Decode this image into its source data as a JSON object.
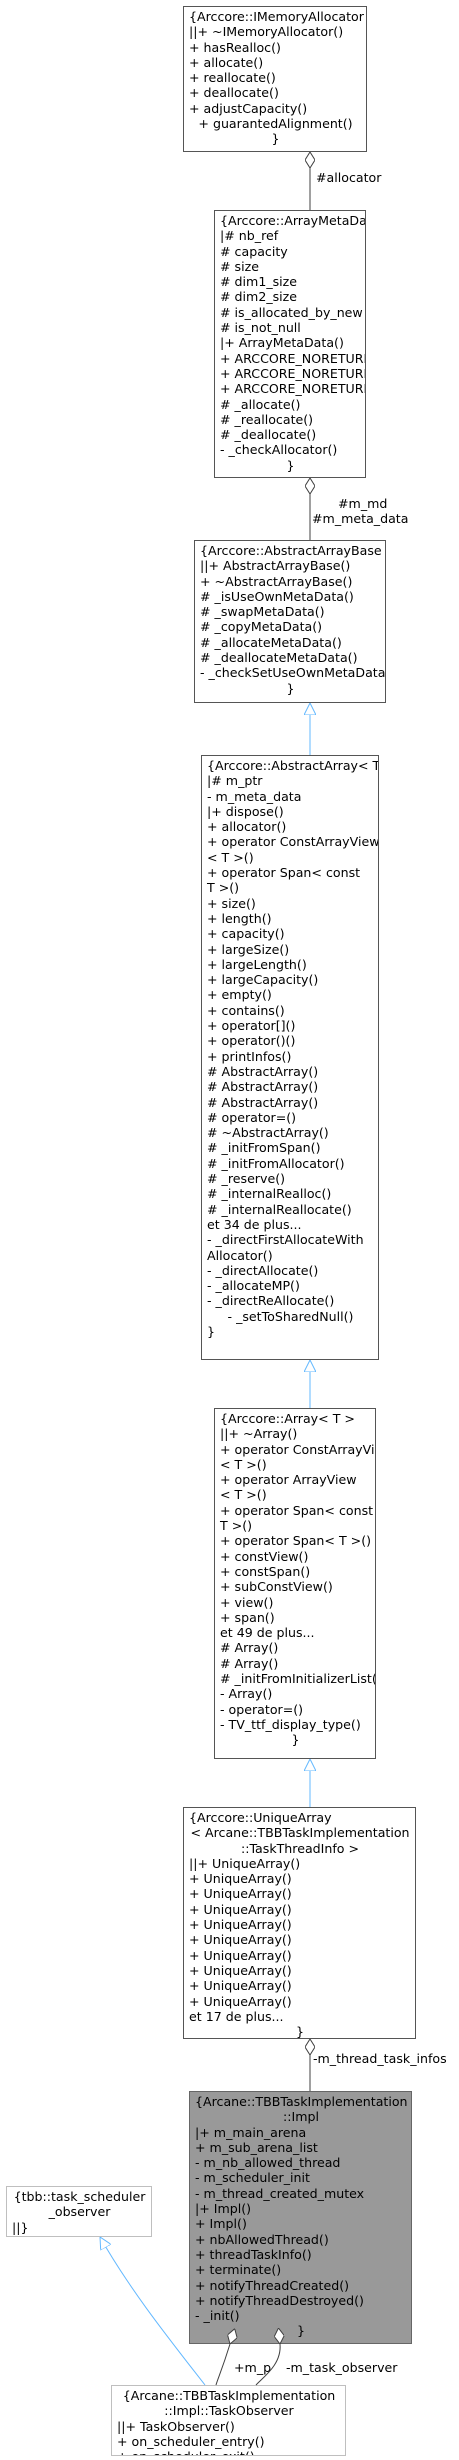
{
  "colors": {
    "aggregation": "#404040",
    "inheritance": "#63b8ff",
    "highlight_fill": "#999999"
  },
  "nodes": {
    "imemory_allocator": {
      "lines": [
        "{Arccore::IMemoryAllocator",
        "||+ ~IMemoryAllocator()",
        "+ hasRealloc()",
        "+ allocate()",
        "+ reallocate()",
        "+ deallocate()",
        "+ adjustCapacity()",
        "+ guarantedAlignment()",
        "}"
      ]
    },
    "array_meta_data": {
      "lines": [
        "{Arccore::ArrayMetaData",
        "|# nb_ref",
        "# capacity",
        "# size",
        "# dim1_size",
        "# dim2_size",
        "# is_allocated_by_new",
        "# is_not_null",
        "|+ ArrayMetaData()",
        "+ ARCCORE_NORETURN()",
        "+ ARCCORE_NORETURN()",
        "+ ARCCORE_NORETURN()",
        "# _allocate()",
        "# _reallocate()",
        "# _deallocate()",
        "- _checkAllocator()",
        "}"
      ]
    },
    "abstract_array_base": {
      "lines": [
        "{Arccore::AbstractArrayBase",
        "||+ AbstractArrayBase()",
        "+ ~AbstractArrayBase()",
        "# _isUseOwnMetaData()",
        "# _swapMetaData()",
        "# _copyMetaData()",
        "# _allocateMetaData()",
        "# _deallocateMetaData()",
        "- _checkSetUseOwnMetaData()",
        "}"
      ]
    },
    "abstract_array": {
      "lines": [
        "{Arccore::AbstractArray< T >",
        "|# m_ptr",
        "- m_meta_data",
        "|+ dispose()",
        "+ allocator()",
        "+ operator ConstArrayView",
        "< T >()",
        "+ operator Span< const",
        " T >()",
        "+ size()",
        "+ length()",
        "+ capacity()",
        "+ largeSize()",
        "+ largeLength()",
        "+ largeCapacity()",
        "+ empty()",
        "+ contains()",
        "+ operator[]()",
        "+ operator()()",
        "+ printInfos()",
        "# AbstractArray()",
        "# AbstractArray()",
        "# AbstractArray()",
        "# operator=()",
        "# ~AbstractArray()",
        "# _initFromSpan()",
        "# _initFromAllocator()",
        "# _reserve()",
        "# _internalRealloc()",
        "# _internalReallocate()",
        "et 34 de plus...",
        "- _directFirstAllocateWith",
        "Allocator()",
        "- _directAllocate()",
        "- _allocateMP()",
        "- _directReAllocate()",
        "- _setToSharedNull()",
        "}"
      ]
    },
    "array": {
      "lines": [
        "{Arccore::Array< T >",
        "||+ ~Array()",
        "+ operator ConstArrayView",
        "< T >()",
        "+ operator ArrayView",
        "< T >()",
        "+ operator Span< const",
        " T >()",
        "+ operator Span< T >()",
        "+ constView()",
        "+ constSpan()",
        "+ subConstView()",
        "+ view()",
        "+ span()",
        "et 49 de plus...",
        "# Array()",
        "# Array()",
        "# _initFromInitializerList()",
        "- Array()",
        "- operator=()",
        "- TV_ttf_display_type()",
        "}"
      ]
    },
    "unique_array": {
      "lines": [
        "{Arccore::UniqueArray",
        "< Arcane::TBBTaskImplementation",
        "::TaskThreadInfo >",
        "||+ UniqueArray()",
        "+ UniqueArray()",
        "+ UniqueArray()",
        "+ UniqueArray()",
        "+ UniqueArray()",
        "+ UniqueArray()",
        "+ UniqueArray()",
        "+ UniqueArray()",
        "+ UniqueArray()",
        "+ UniqueArray()",
        "et 17 de plus...",
        "}"
      ]
    },
    "impl": {
      "lines": [
        "{Arcane::TBBTaskImplementation",
        "::Impl",
        "|+ m_main_arena",
        "+ m_sub_arena_list",
        "- m_nb_allowed_thread",
        "- m_scheduler_init",
        "- m_thread_created_mutex",
        "|+ Impl()",
        "+ Impl()",
        "+ nbAllowedThread()",
        "+ threadTaskInfo()",
        "+ terminate()",
        "+ notifyThreadCreated()",
        "+ notifyThreadDestroyed()",
        "- _init()",
        "}"
      ]
    },
    "task_scheduler_observer": {
      "lines": [
        "{tbb::task_scheduler",
        "_observer",
        "||}"
      ]
    },
    "task_observer": {
      "lines": [
        "{Arcane::TBBTaskImplementation",
        "::Impl::TaskObserver",
        "||+ TaskObserver()",
        "+ on_scheduler_entry()",
        "+ on_scheduler_exit()",
        "}"
      ]
    }
  },
  "edge_labels": {
    "allocator": "#allocator",
    "m_md": "#m_md",
    "m_meta_data": "#m_meta_data",
    "m_thread_task_infos": "-m_thread_task_infos",
    "m_p": "+m_p",
    "m_task_observer": "-m_task_observer"
  }
}
